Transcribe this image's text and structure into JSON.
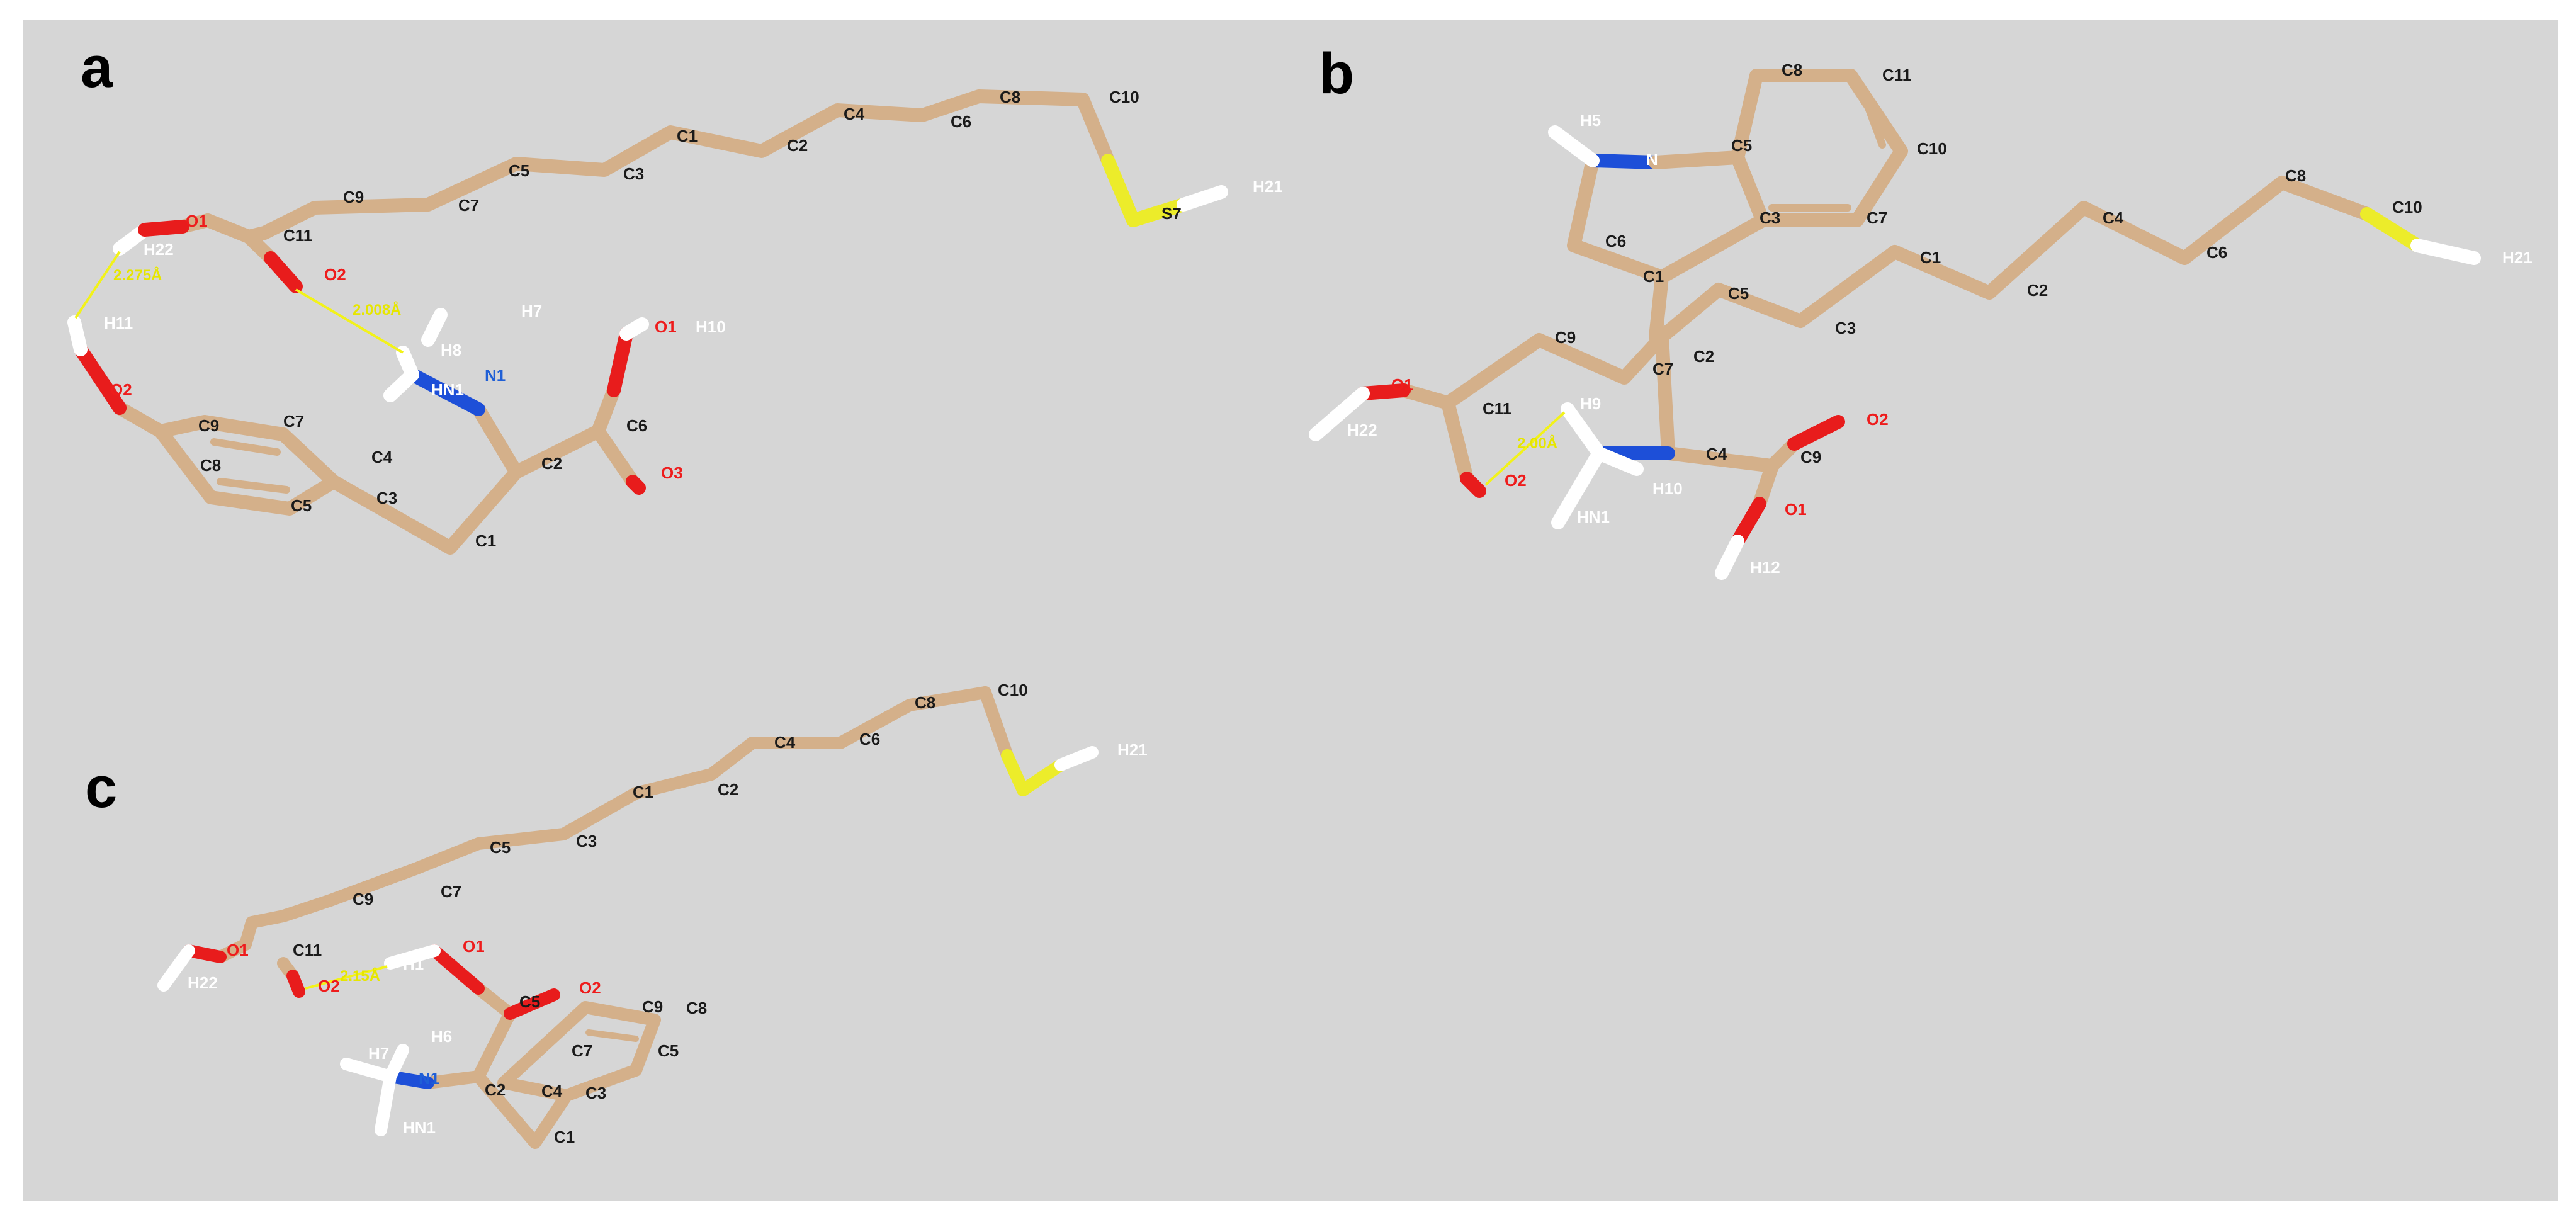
{
  "figure": {
    "background_color": "#d6d6d6",
    "colors": {
      "carbon": "#d4b08a",
      "oxygen": "#e81c1c",
      "nitrogen": "#1d4fd8",
      "hydrogen": "#ffffff",
      "sulfur": "#ecec2a",
      "hbond": "#f2f21a"
    },
    "panels": [
      {
        "letter": "a",
        "labels": [
          "C10",
          "C8",
          "C6",
          "C4",
          "C2",
          "C1",
          "C3",
          "C5",
          "C7",
          "C9",
          "C11",
          "O1",
          "H22",
          "O2",
          "2.275Å",
          "2.008Å",
          "H11",
          "O2",
          "H7",
          "H8",
          "HN1",
          "N1",
          "O1",
          "H10",
          "C6",
          "C2",
          "O3",
          "C9",
          "C7",
          "C8",
          "C4",
          "C3",
          "C5",
          "C1",
          "S7",
          "H21"
        ]
      },
      {
        "letter": "b",
        "labels": [
          "C8",
          "C11",
          "H5",
          "N",
          "C5",
          "C10",
          "C3",
          "C7",
          "C6",
          "C1",
          "C10",
          "H21",
          "C8",
          "C4",
          "C6",
          "C1",
          "C2",
          "C3",
          "C5",
          "C9",
          "C2",
          "C7",
          "O1",
          "H22",
          "C11",
          "O2",
          "H9",
          "2.00Å",
          "H10",
          "HN1",
          "C4",
          "C9",
          "O2",
          "O1",
          "H12"
        ]
      },
      {
        "letter": "c",
        "labels": [
          "C10",
          "C8",
          "H21",
          "C6",
          "C4",
          "C2",
          "C1",
          "C3",
          "C5",
          "C7",
          "C9",
          "O1",
          "C11",
          "H22",
          "O2",
          "2.15Å",
          "H1",
          "O1",
          "C5",
          "O2",
          "C9",
          "C8",
          "H7",
          "H6",
          "N1",
          "C7",
          "C5",
          "C4",
          "C3",
          "C2",
          "HN1",
          "C1"
        ]
      }
    ]
  }
}
